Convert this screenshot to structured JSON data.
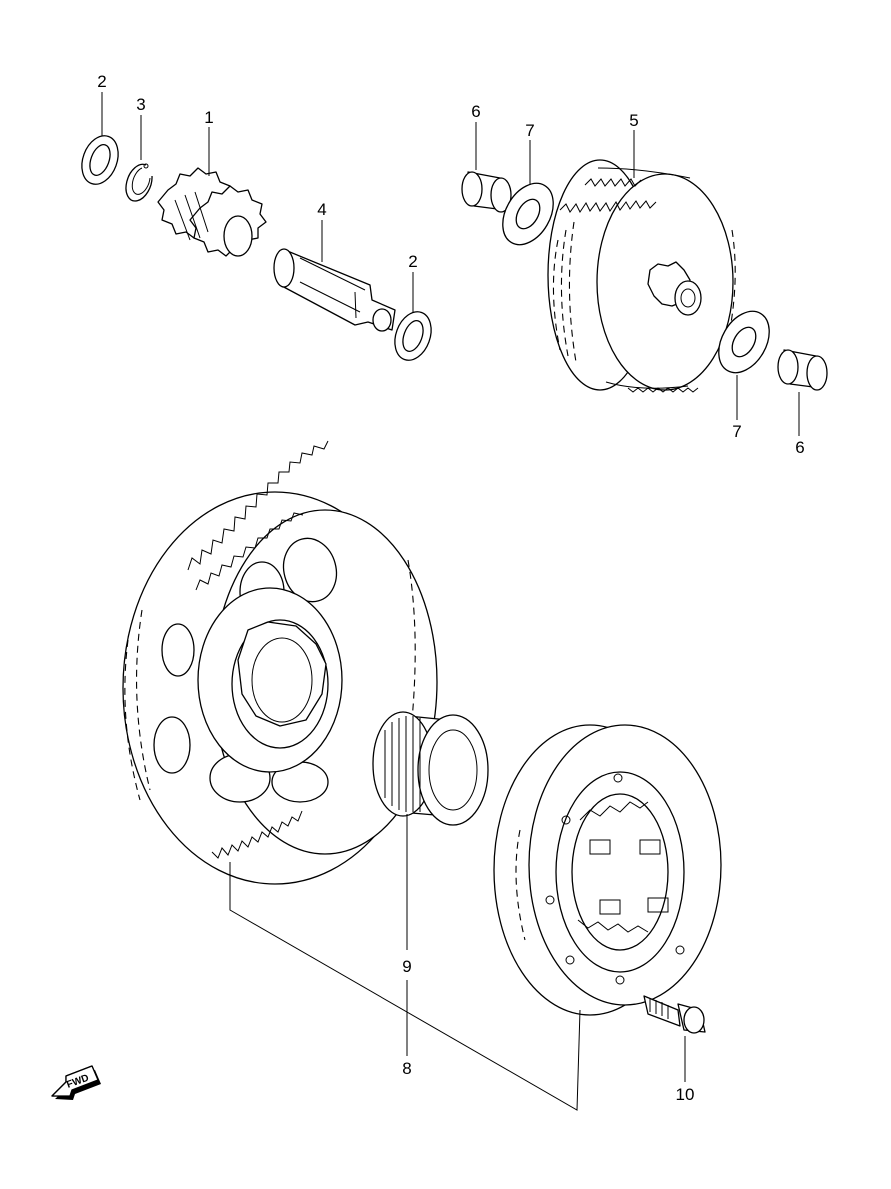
{
  "callouts": {
    "c1": "1",
    "c2a": "2",
    "c2b": "2",
    "c3": "3",
    "c4": "4",
    "c5": "5",
    "c6a": "6",
    "c6b": "6",
    "c7a": "7",
    "c7b": "7",
    "c8": "8",
    "c9": "9",
    "c10": "10"
  },
  "fwd_label": "FWD"
}
